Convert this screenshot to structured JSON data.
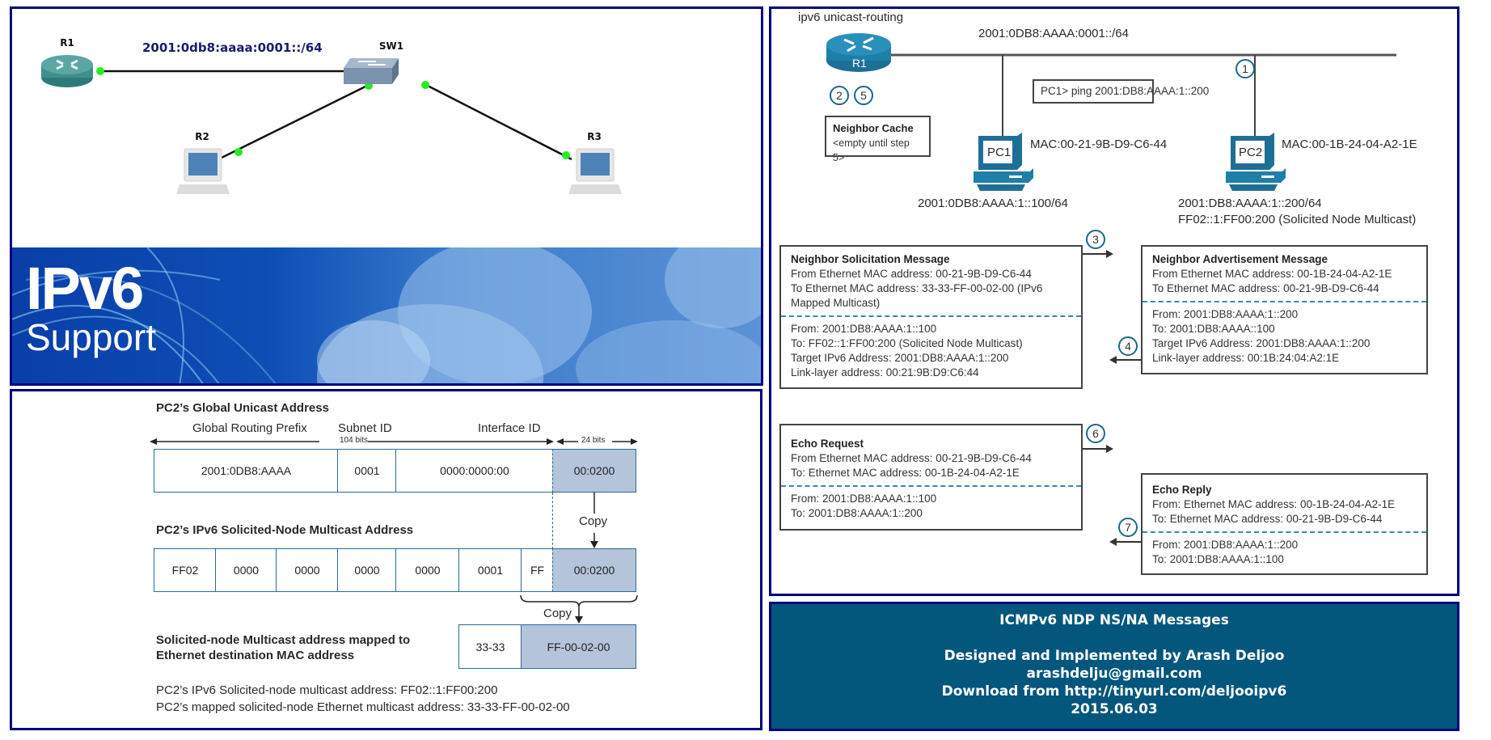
{
  "topology": {
    "subnet": "2001:0db8:aaaa:0001::/64",
    "nodes": [
      {
        "id": "r1",
        "label": "R1",
        "type": "router"
      },
      {
        "id": "sw1",
        "label": "SW1",
        "type": "switch"
      },
      {
        "id": "r2",
        "label": "R2",
        "type": "pc"
      },
      {
        "id": "r3",
        "label": "R3",
        "type": "pc"
      }
    ],
    "link_status_color": "#22ee22"
  },
  "banner": {
    "title": "IPv6",
    "subtitle": "Support"
  },
  "address_diagram": {
    "gua_title": "PC2’s Global Unicast Address",
    "headers": {
      "global_routing_prefix": "Global Routing Prefix",
      "subnet_id": "Subnet ID",
      "interface_id": "Interface ID",
      "bits_104": "104 bits",
      "bits_24": "24 bits"
    },
    "gua_cells": [
      "2001:0DB8:AAAA",
      "0001",
      "0000:0000:00",
      "00:0200"
    ],
    "copy_label_1": "Copy",
    "snma_title": "PC2’s IPv6 Solicited-Node Multicast Address",
    "snma_cells": [
      "FF02",
      "0000",
      "0000",
      "0000",
      "0000",
      "0001",
      "FF",
      "00:0200"
    ],
    "copy_label_2": "Copy",
    "mac_title_line1": "Solicited-node Multicast address mapped to",
    "mac_title_line2": "Ethernet destination MAC address",
    "mac_cells": [
      "33-33",
      "FF-00-02-00"
    ],
    "summary_line1": "PC2’s IPv6 Solicited-node multicast address: FF02::1:FF00:200",
    "summary_line2": "PC2’s mapped solicited-node Ethernet multicast address: 33-33-FF-00-02-00",
    "shade_color": "#b4c4db"
  },
  "ndp_diagram": {
    "router_command": "ipv6 unicast-routing",
    "router_label": "R1",
    "subnet": "2001:0DB8:AAAA:0001::/64",
    "steps_at_router": [
      "2",
      "5"
    ],
    "neighbor_cache": {
      "title": "Neighbor Cache",
      "value": "<empty until step 5>"
    },
    "ping_command": "PC1> ping 2001:DB8:AAAA:1::200",
    "step_1": "1",
    "pc1": {
      "label": "PC1",
      "mac": "MAC:00-21-9B-D9-C6-44",
      "address": "2001:0DB8:AAAA:1::100/64"
    },
    "pc2": {
      "label": "PC2",
      "mac": "MAC:00-1B-24-04-A2-1E",
      "address": "2001:DB8:AAAA:1::200/64",
      "multicast": "FF02::1:FF00:200 (Solicited Node Multicast)"
    },
    "ns": {
      "step": "3",
      "title": "Neighbor Solicitation Message",
      "l2": [
        "From Ethernet MAC address: 00-21-9B-D9-C6-44",
        "To Ethernet MAC address: 33-33-FF-00-02-00 (IPv6",
        "Mapped Multicast)"
      ],
      "l3": [
        "From: 2001:DB8:AAAA:1::100",
        "To: FF02::1:FF00:200 (Solicited Node Multicast)",
        "Target IPv6 Address: 2001:DB8:AAAA:1::200",
        "Link-layer address: 00:21:9B:D9:C6:44"
      ]
    },
    "na": {
      "step": "4",
      "title": "Neighbor Advertisement Message",
      "l2": [
        "From Ethernet MAC address: 00-1B-24-04-A2-1E",
        "To Ethernet MAC address: 00-21-9B-D9-C6-44"
      ],
      "l3": [
        "From: 2001:DB8:AAAA:1::200",
        "To: 2001:DB8:AAAA::100",
        "Target IPv6 Address: 2001:DB8:AAAA:1::200",
        "Link-layer address: 00:1B:24:04:A2:1E"
      ]
    },
    "echo_request": {
      "step": "6",
      "title": "Echo Request",
      "l2": [
        "From Ethernet MAC address: 00-21-9B-D9-C6-44",
        "To: Ethernet MAC address: 00-1B-24-04-A2-1E"
      ],
      "l3": [
        "From: 2001:DB8:AAAA:1::100",
        "To: 2001:DB8:AAAA:1::200"
      ]
    },
    "echo_reply": {
      "step": "7",
      "title": "Echo Reply",
      "l2": [
        "From: Ethernet MAC address: 00-1B-24-04-A2-1E",
        "To: Ethernet MAC address: 00-21-9B-D9-C6-44"
      ],
      "l3": [
        "From: 2001:DB8:AAAA:1::200",
        "To: 2001:DB8:AAAA:1::100"
      ]
    },
    "accent_color": "#1e6f96"
  },
  "footer": {
    "title": "ICMPv6 NDP NS/NA Messages",
    "credit": "Designed and Implemented by Arash Deljoo",
    "email": "arashdelju@gmail.com",
    "download": "Download from http://tinyurl.com/deljooipv6",
    "date": "2015.06.03",
    "background": "#03567c"
  }
}
